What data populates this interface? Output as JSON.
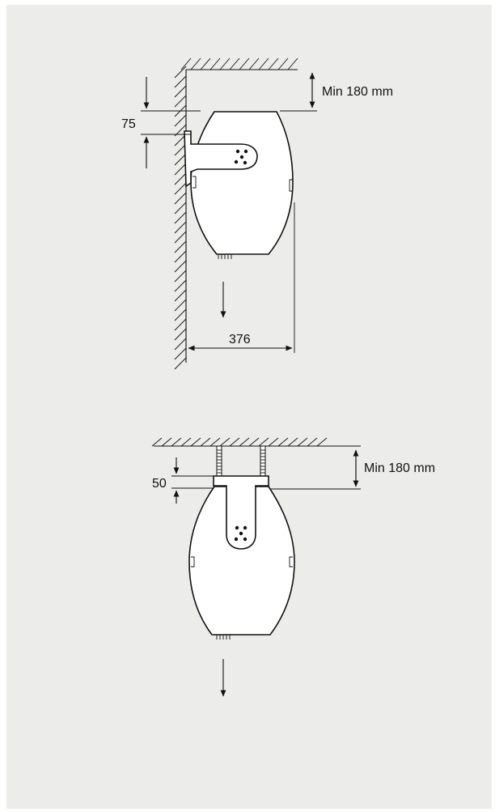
{
  "wall_mount": {
    "clearance_label": "Min 180 mm",
    "offset_label": "75",
    "depth_label": "376"
  },
  "ceiling_mount": {
    "clearance_label": "Min 180 mm",
    "offset_label": "50"
  },
  "colors": {
    "panel_background": "#ecedeb",
    "line": "#111111",
    "fill": "#ffffff"
  }
}
